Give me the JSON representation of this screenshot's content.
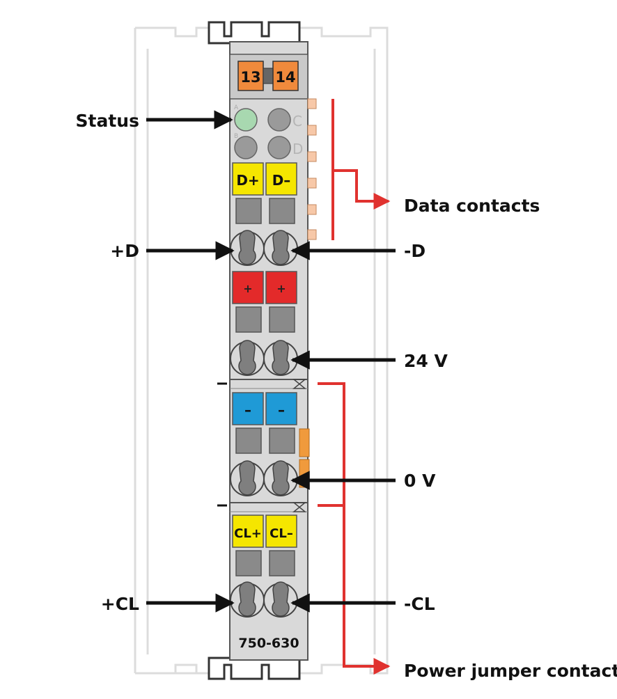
{
  "module": {
    "part_number": "750-630",
    "header_contacts": [
      "13",
      "14"
    ],
    "led_letters": {
      "a": "A",
      "b": "B",
      "c": "C",
      "d": "D"
    },
    "contact_labels": {
      "data_left": "D+",
      "data_right": "D–",
      "plus_left": "+",
      "plus_right": "+",
      "minus_left": "–",
      "minus_right": "–",
      "clock_left": "CL+",
      "clock_right": "CL–"
    }
  },
  "callouts": {
    "status": "Status",
    "data_contacts": "Data contacts",
    "plus_d": "+D",
    "minus_d": "-D",
    "v24": "24 V",
    "v0": "0 V",
    "plus_cl": "+CL",
    "minus_cl": "-CL",
    "power_jumper_contacts": "Power jumper contacts"
  },
  "colors": {
    "body": "#d9d9d9",
    "header_contact": "#f08a3c",
    "led_status": "#a8d8b0",
    "led_off": "#9a9a9a",
    "data_label": "#f5e600",
    "plus_label": "#e32a2a",
    "minus_label": "#1f9ad6",
    "bracket": "#e0322f",
    "arrow": "#111111"
  }
}
